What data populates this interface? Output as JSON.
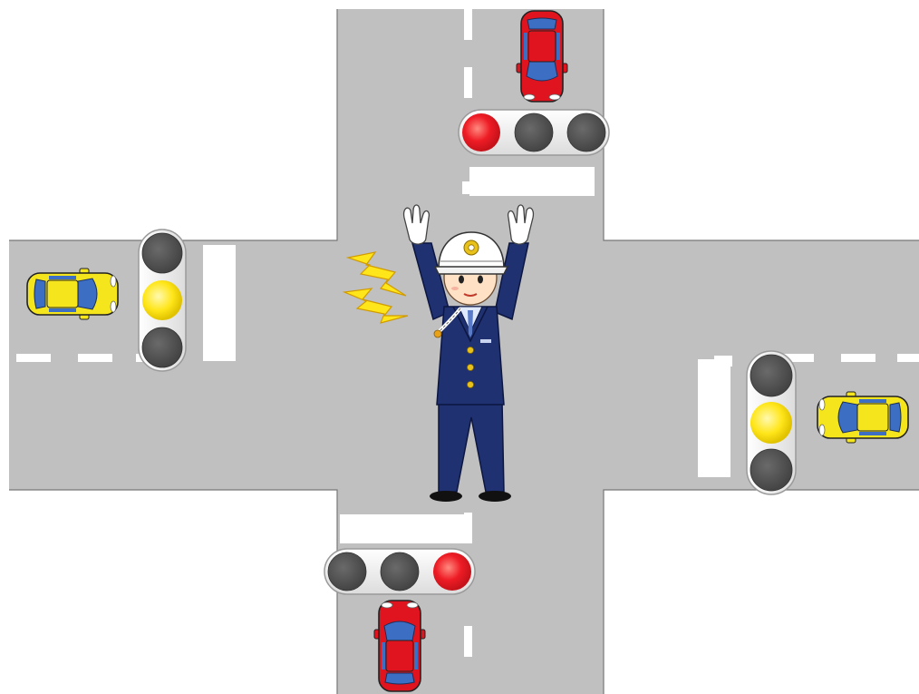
{
  "scene": {
    "background_color": "#ffffff",
    "road_color": "#c0c0c0",
    "marking_color": "#ffffff"
  },
  "signals": {
    "north": {
      "orientation": "horizontal",
      "lamps": [
        "red",
        "off",
        "off"
      ]
    },
    "south": {
      "orientation": "horizontal",
      "lamps": [
        "off",
        "off",
        "red"
      ]
    },
    "west": {
      "orientation": "vertical",
      "lamps": [
        "off",
        "yellow",
        "off"
      ]
    },
    "east": {
      "orientation": "vertical",
      "lamps": [
        "off",
        "yellow",
        "off"
      ]
    }
  },
  "lamp_colors": {
    "red": "#e8141e",
    "yellow": "#ffe61a",
    "off": "#555555"
  },
  "cars": [
    {
      "name": "car-north",
      "color": "#e0141e",
      "heading": "south"
    },
    {
      "name": "car-south",
      "color": "#e0141e",
      "heading": "north"
    },
    {
      "name": "car-west",
      "color": "#f5e51d",
      "heading": "east"
    },
    {
      "name": "car-east",
      "color": "#f5e51d",
      "heading": "west"
    }
  ],
  "officer": {
    "pose": "both-arms-raised",
    "uniform_color": "#1f3170",
    "helmet_color": "#ffffff",
    "badge_color": "#e8c21a"
  },
  "whistle_effect_color": "#ffe61a"
}
